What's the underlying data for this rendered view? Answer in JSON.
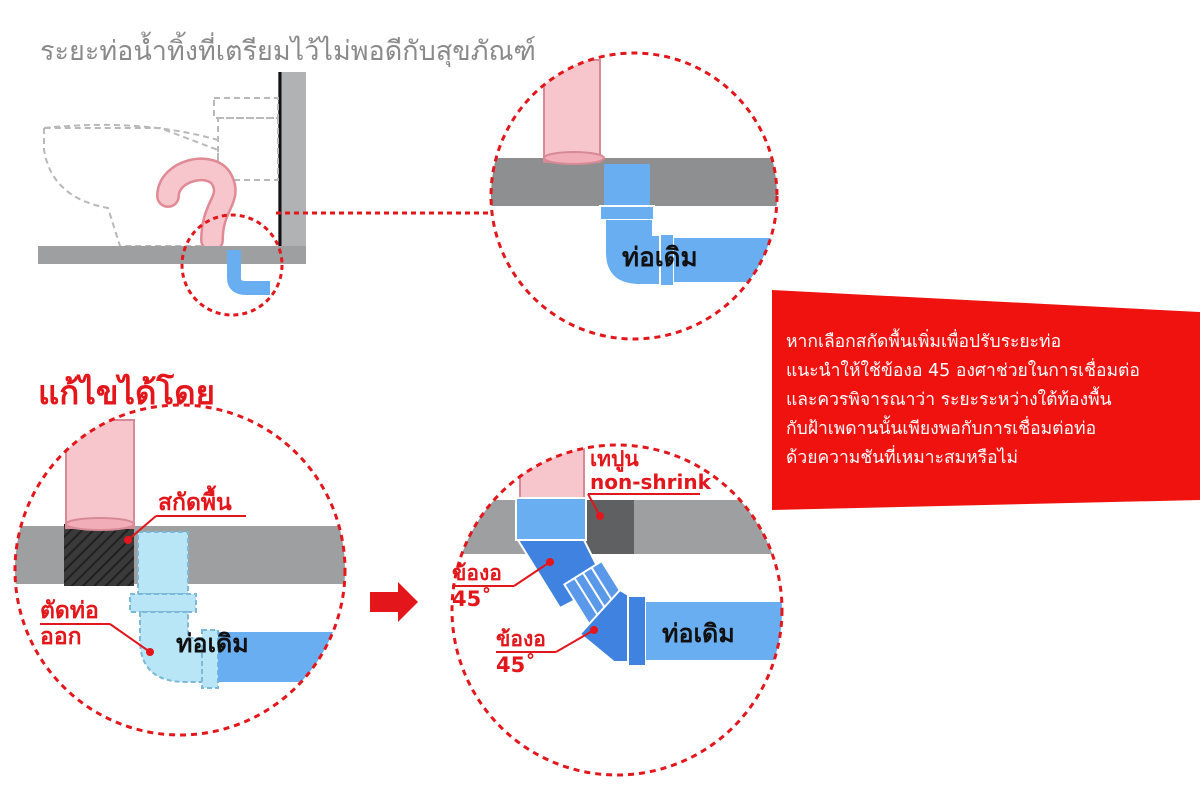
{
  "title": "ระยะท่อน้ำทิ้งที่เตรียมไว้ไม่พอดีกับสุขภัณฑ์",
  "solution_heading": "แก้ไขได้โดย",
  "labels": {
    "existing_pipe_top": "ท่อเดิม",
    "existing_pipe_left": "ท่อเดิม",
    "existing_pipe_right": "ท่อเดิม",
    "chisel_floor": "สกัดพื้น",
    "cut_pipe_line1": "ตัดท่อ",
    "cut_pipe_line2": "ออก",
    "grout_line1": "เทปูน",
    "grout_line2": "non-shrink",
    "elbow_a_line1": "ข้องอ",
    "elbow_a_line2": "45˚",
    "elbow_b_line1": "ข้องอ",
    "elbow_b_line2": "45˚"
  },
  "note": {
    "lines": [
      "หากเลือกสกัดพื้นเพิ่มเพื่อปรับระยะท่อ",
      "แนะนำให้ใช้ข้องอ 45 องศาช่วยในการเชื่อมต่อ",
      "และควรพิจารณาว่า ระยะระหว่างใต้ท้องพื้น",
      "กับฝ้าเพดานนั้นเพียงพอกับการเชื่อมต่อท่อ",
      "ด้วยความชันที่เหมาะสมหรือไม่"
    ]
  },
  "colors": {
    "accent_red": "#e3161b",
    "note_red": "#f0120f",
    "pipe_blue": "#6aaef2",
    "pipe_light": "#b8e6f7",
    "elbow_blue": "#3f82e0",
    "slab_gray": "#9d9fa0",
    "flesh_pink": "#f7c6cc"
  }
}
